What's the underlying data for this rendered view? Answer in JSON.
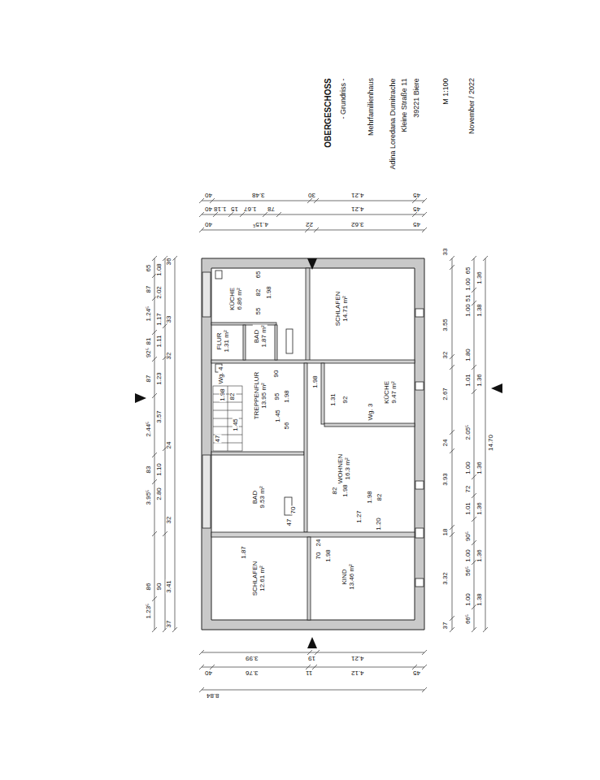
{
  "diagram": {
    "title": "OBERGESCHOSS",
    "nodes": [
      {
        "text": [
          "KÜCHE",
          "6.86 m²"
        ]
      },
      {
        "text": [
          "FLUR",
          "1.31 m²"
        ]
      },
      {
        "text": [
          "BAD",
          "1.87 m²"
        ]
      },
      {
        "text": [
          "SCHLAFEN",
          "14.71 m²"
        ]
      },
      {
        "text": [
          "TREPPENFLUR",
          "13.95 m²"
        ]
      },
      {
        "text": [
          "KÜCHE",
          "9.47 m²"
        ]
      },
      {
        "text": [
          "BAD",
          "9.53 m²"
        ]
      },
      {
        "text": [
          "WOHNEN",
          "16.3 m²"
        ]
      },
      {
        "text": [
          "SCHLAFEN",
          "12.61 m²"
        ]
      },
      {
        "text": [
          "KIND",
          "13.46 m²"
        ]
      }
    ],
    "labels": [
      "- Grundriss -",
      "Mehrfamilienhaus",
      "Adina Loredana Dumitrache",
      "Kleine Straße 11",
      "39221 Biere",
      "M 1:100",
      "November / 2022",
      "40",
      "3.48",
      "30",
      "4.21",
      "45",
      "40",
      "1.18",
      "15",
      "1.67",
      "78",
      "4.21",
      "45",
      "40",
      "4.15⁵",
      "22",
      "3.62",
      "45",
      "3.99",
      "19",
      "4.21",
      "40",
      "3.76",
      "11",
      "4.12",
      "45",
      "8.84",
      "65",
      "87",
      "1.24⁵",
      "81",
      "92⁵",
      "87",
      "2.44⁵",
      "83",
      "3.95⁵",
      "86",
      "1.23⁵",
      "1.08",
      "2.02",
      "1.17",
      "1.11",
      "1.23",
      "3.57",
      "1.10",
      "2.80",
      "90",
      "36",
      "33",
      "32",
      "24",
      "32",
      "3.41",
      "37",
      "33",
      "3.55",
      "32",
      "2.67",
      "24",
      "3.93",
      "18",
      "3.32",
      "37",
      "65",
      "1.00",
      "51",
      "1.00",
      "1.80",
      "1.01",
      "2.05⁵",
      "1.00",
      "72",
      "1.01",
      "90⁵",
      "1.00",
      "56⁵",
      "1.00",
      "66⁵",
      "1.36",
      "1.38",
      "1.36",
      "1.36",
      "1.36",
      "1.36",
      "1.38",
      "14.70",
      "65",
      "82",
      "1.98",
      "55",
      "Wg. 4",
      "1.98",
      "82",
      "90",
      "95",
      "1.98",
      "1.45",
      "1.45",
      "56",
      "47",
      "1.98",
      "1.31",
      "92",
      "Wg. 3",
      "82",
      "1.98",
      "1.98",
      "82",
      "1.27",
      "1.20",
      "70",
      "47",
      "24",
      "70",
      "1.98",
      "1.87"
    ]
  }
}
